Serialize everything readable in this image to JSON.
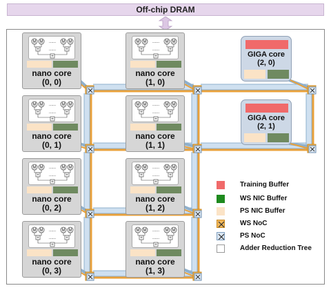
{
  "dram": {
    "label": "Off-chip DRAM"
  },
  "nano_cores": [
    {
      "title": "nano core",
      "coord": "(0, 0)"
    },
    {
      "title": "nano core",
      "coord": "(1, 0)"
    },
    {
      "title": "nano core",
      "coord": "(0, 1)"
    },
    {
      "title": "nano core",
      "coord": "(1, 1)"
    },
    {
      "title": "nano core",
      "coord": "(0, 2)"
    },
    {
      "title": "nano core",
      "coord": "(1, 2)"
    },
    {
      "title": "nano core",
      "coord": "(0, 3)"
    },
    {
      "title": "nano core",
      "coord": "(1, 3)"
    }
  ],
  "giga_cores": [
    {
      "title": "GIGA core",
      "coord": "(2, 0)"
    },
    {
      "title": "GIGA core",
      "coord": "(2, 1)"
    }
  ],
  "tree": {
    "mult": "M",
    "add": "+",
    "dots": "......"
  },
  "legend": [
    {
      "label": "Training Buffer",
      "color": "#f06a6a"
    },
    {
      "label": "WS NIC Buffer",
      "color": "#1e8a1e"
    },
    {
      "label": "PS NIC Buffer",
      "color": "#fbe3c6"
    },
    {
      "label": "WS NoC",
      "color": "#e9a13b"
    },
    {
      "label": "PS NoC",
      "color": "#cfe0f0"
    },
    {
      "label": "Adder Reduction Tree",
      "color": "#ffffff"
    }
  ],
  "colors": {
    "ws_noc": "#e9a13b",
    "ps_noc": "#cfe0f0",
    "ps_noc_edge": "#8fb0cc",
    "router_ws": "#f2b75a",
    "router_ps": "#dbe7f3"
  }
}
